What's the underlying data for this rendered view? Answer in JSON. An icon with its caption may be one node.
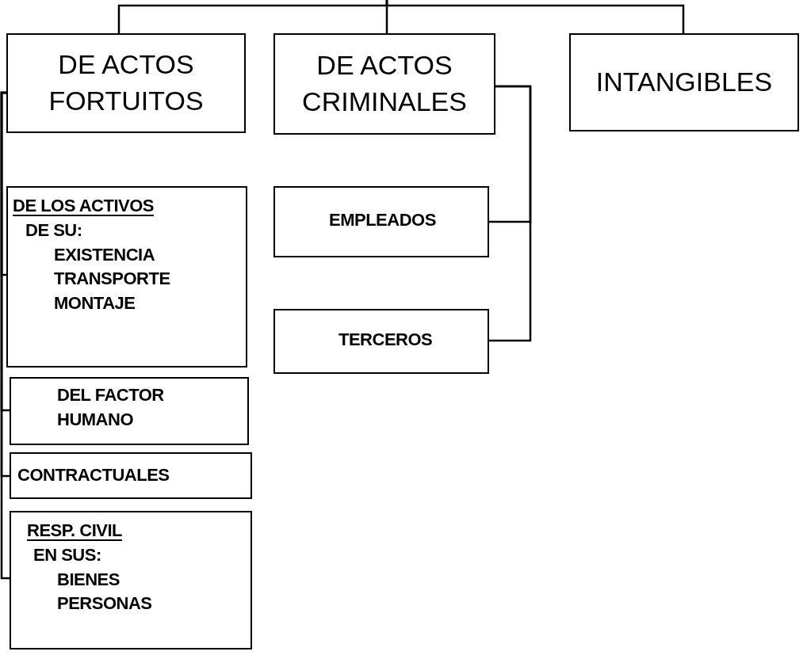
{
  "diagram": {
    "nodes": [
      {
        "text": [
          "DE ACTOS FORTUITOS"
        ]
      },
      {
        "text": [
          "DE ACTOS CRIMINALES"
        ]
      },
      {
        "text": [
          "INTANGIBLES"
        ]
      },
      {
        "text": [
          "DE LOS ACTIVOS",
          "DE SU:",
          "EXISTENCIA",
          "TRANSPORTE",
          "MONTAJE"
        ]
      },
      {
        "text": [
          "EMPLEADOS"
        ]
      },
      {
        "text": [
          "TERCEROS"
        ]
      },
      {
        "text": [
          "DEL FACTOR HUMANO"
        ]
      },
      {
        "text": [
          "CONTRACTUALES"
        ]
      },
      {
        "text": [
          "RESP. CIVIL",
          "EN SUS:",
          "BIENES",
          "PERSONAS"
        ]
      }
    ],
    "edges": [
      {
        "from": null,
        "to": 0,
        "arrow": "none"
      },
      {
        "from": null,
        "to": 1,
        "arrow": "none"
      },
      {
        "from": null,
        "to": 2,
        "arrow": "none"
      },
      {
        "from": 0,
        "to": 3,
        "arrow": "none"
      },
      {
        "from": 1,
        "to": 4,
        "arrow": "none"
      },
      {
        "from": 1,
        "to": 5,
        "arrow": "none"
      },
      {
        "from": 0,
        "to": 6,
        "arrow": "none"
      },
      {
        "from": 0,
        "to": 7,
        "arrow": "none"
      },
      {
        "from": 0,
        "to": 8,
        "arrow": "none"
      }
    ]
  }
}
